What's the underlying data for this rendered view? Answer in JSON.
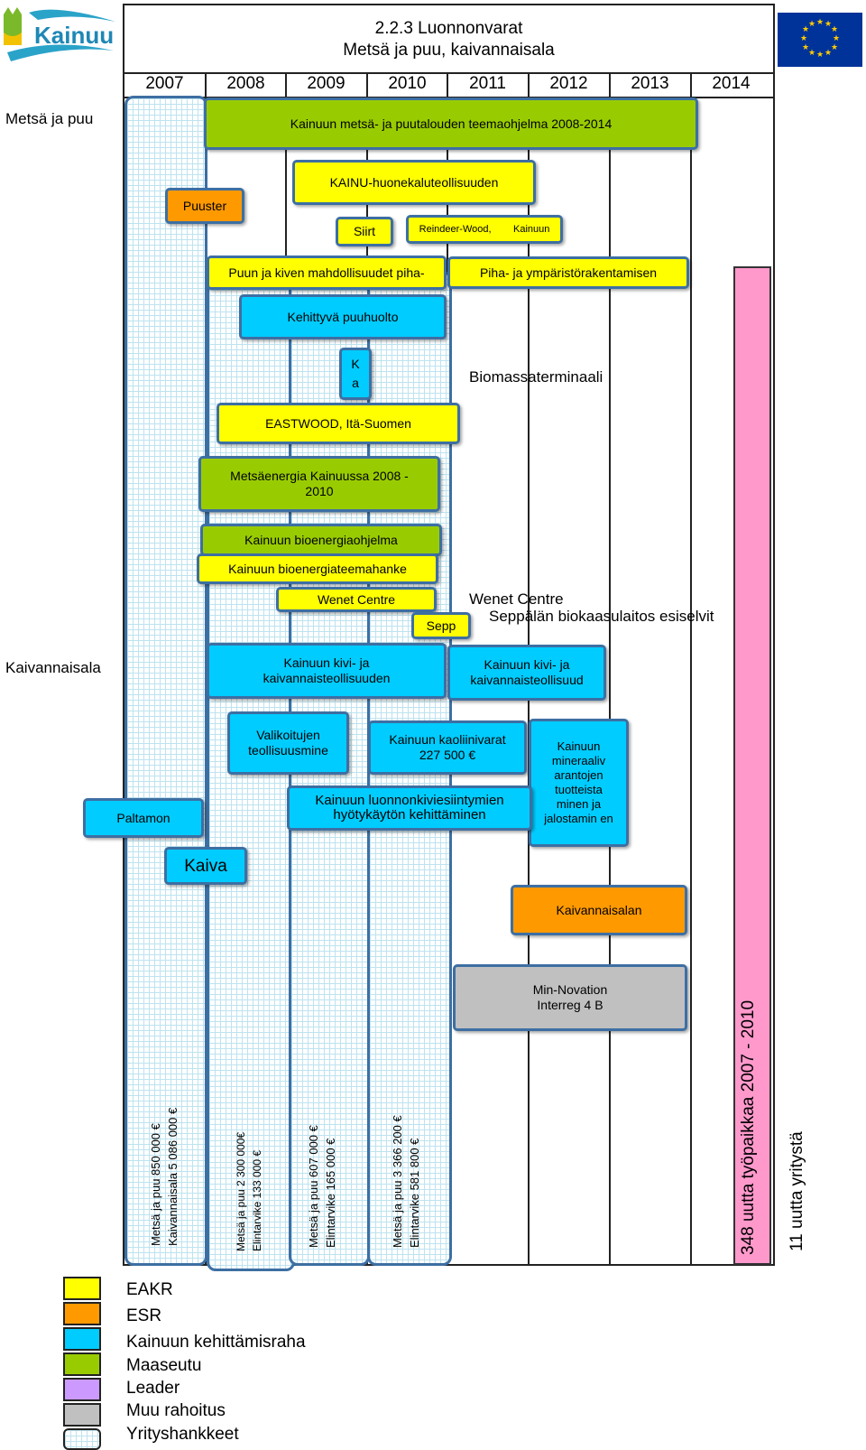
{
  "logo": {
    "text": "Kainuu"
  },
  "title": {
    "line1": "2.2.3 Luonnonvarat",
    "line2": "Metsä ja puu, kaivannaisala"
  },
  "years": [
    "2007",
    "2008",
    "2009",
    "2010",
    "2011",
    "2012",
    "2013",
    "2014"
  ],
  "row_labels": {
    "forest": "Metsä ja puu",
    "mining": "Kaivannaisala"
  },
  "projects": {
    "teemaohjelma": "Kainuun metsä- ja puutalouden teemaohjelma 2008-2014",
    "kainu": "KAINU-huonekaluteollisuuden",
    "puuster": "Puuster",
    "siirt": "Siirt",
    "reindeer": "Reindeer-Wood,        Kainuun",
    "puun_kiven": "Puun ja kiven mahdollisuudet piha-",
    "piha": "Piha- ja ympäristörakentamisen",
    "kehittyva": "Kehittyvä puuhuolto",
    "ka": "K\na",
    "biomassa": "Biomassaterminaali",
    "eastwood": "EASTWOOD, Itä-Suomen",
    "metsaenergia": "Metsäenergia Kainuussa 2008 - 2010",
    "bioenergiaohjelma": "Kainuun bioenergiaohjelma",
    "bioenergiateema": "Kainuun bioenergiateemahanke",
    "wenet_box": "Wenet Centre",
    "wenet_text": "Wenet Centre",
    "sepp": "Sepp",
    "seppala": "Seppälän biokaasulaitos esiselvit",
    "kivi1": "Kainuun kivi- ja kaivannaisteollisuuden",
    "kivi2": "Kainuun kivi- ja kaivannaisteollisuud",
    "valikoitujen": "Valikoitujen teollisuusmine",
    "kaoliini": "Kainuun kaoliinivarat 227 500 €",
    "mineraali": "Kainuun mineraaliv arantojen tuotteista minen ja jalostamin en",
    "luonnonkivi": "Kainuun luonnonkiviesiintymien hyötykäytön kehittäminen",
    "paltamon": "Paltamon",
    "kaiva": "Kaiva",
    "kaivannaisalan": "Kaivannaisalan",
    "minnovation": "Min-Novation Interreg  4 B"
  },
  "columns": {
    "c2007": {
      "l1": "Metsä ja puu 850 000 €",
      "l2": "Kaivannaisala 5 086 000 €"
    },
    "c2008": {
      "l1": "Metsä ja puu  2 300 000€",
      "l2": "Elintarvike 133 000 €"
    },
    "c2009": {
      "l1": "Metsä ja puu 607 000 €",
      "l2": "Elintarvike 165 000 €"
    },
    "c2010": {
      "l1": "Metsä ja puu 3 366 200  €",
      "l2": "Elintarvike 581 800 €"
    }
  },
  "side": {
    "jobs": "348 uutta työpaikkaa 2007 - 2010",
    "companies": "11 uutta yritystä"
  },
  "legend": [
    {
      "label": "EAKR",
      "color": "#ffff00"
    },
    {
      "label": "ESR",
      "color": "#ff9900"
    },
    {
      "label": "Kainuun kehittämisraha",
      "color": "#00ccff"
    },
    {
      "label": "Maaseutu",
      "color": "#99cc00"
    },
    {
      "label": "Leader",
      "color": "#cc99ff"
    },
    {
      "label": "Muu rahoitus",
      "color": "#c0c0c0"
    },
    {
      "label": "Yrityshankkeet",
      "color": "#e8f6fb"
    }
  ]
}
